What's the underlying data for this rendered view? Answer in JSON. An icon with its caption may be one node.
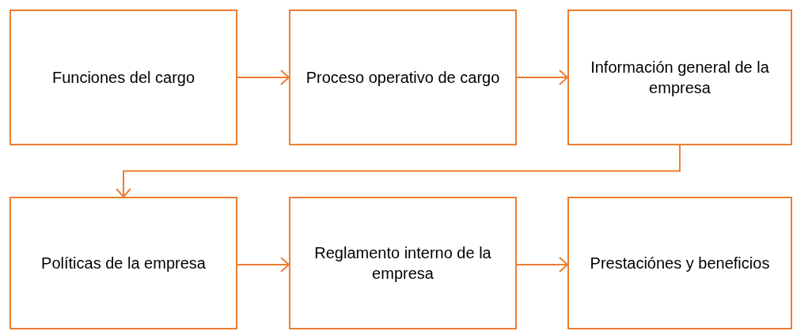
{
  "diagram": {
    "nodes": [
      {
        "text": [
          "Funciones del cargo"
        ]
      },
      {
        "text": [
          "Proceso operativo de cargo"
        ]
      },
      {
        "text": [
          "Información general de la empresa"
        ]
      },
      {
        "text": [
          "Políticas de la empresa"
        ]
      },
      {
        "text": [
          "Reglamento interno de la empresa"
        ]
      },
      {
        "text": [
          "Prestaciónes y beneficios"
        ]
      }
    ],
    "edges": [
      {
        "from": 0,
        "to": 1,
        "arrow": "to"
      },
      {
        "from": 1,
        "to": 2,
        "arrow": "to"
      },
      {
        "from": 2,
        "to": 3,
        "arrow": "to"
      },
      {
        "from": 3,
        "to": 4,
        "arrow": "to"
      },
      {
        "from": 4,
        "to": 5,
        "arrow": "to"
      }
    ]
  }
}
